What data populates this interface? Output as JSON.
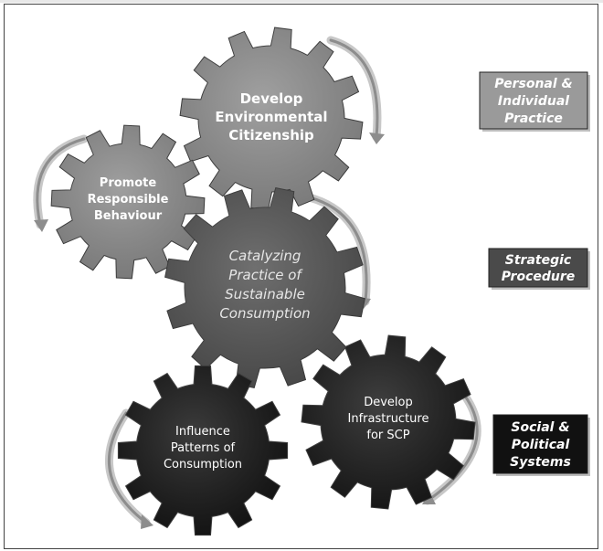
{
  "gears": [
    {
      "id": "develop-environmental-citizenship",
      "lines": [
        "Develop",
        "Environmental",
        "Citizenship"
      ],
      "fill": "#8c8c8c",
      "text_color": "#ffffff",
      "bold": true,
      "italic": false
    },
    {
      "id": "promote-responsible-behaviour",
      "lines": [
        "Promote",
        "Responsible",
        "Behaviour"
      ],
      "fill": "#8a8a8a",
      "text_color": "#ffffff",
      "bold": true,
      "italic": false
    },
    {
      "id": "catalyzing-practice",
      "lines": [
        "Catalyzing",
        "Practice of",
        "Sustainable",
        "Consumption"
      ],
      "fill": "#505050",
      "text_color": "#e6e6e6",
      "bold": false,
      "italic": true
    },
    {
      "id": "influence-patterns",
      "lines": [
        "Influence",
        "Patterns of",
        "Consumption"
      ],
      "fill": "#111111",
      "text_color": "#ffffff",
      "bold": false,
      "italic": false
    },
    {
      "id": "develop-infrastructure",
      "lines": [
        "Develop",
        "Infrastructure",
        "for SCP"
      ],
      "fill": "#151515",
      "text_color": "#ffffff",
      "bold": false,
      "italic": false
    }
  ],
  "levels": [
    {
      "id": "personal-individual-practice",
      "lines": [
        "Personal &",
        "Individual",
        "Practice"
      ],
      "fill": "#9a9a9a",
      "text_color": "#ffffff"
    },
    {
      "id": "strategic-procedure",
      "lines": [
        "Strategic",
        "Procedure"
      ],
      "fill": "#4a4a4a",
      "text_color": "#ffffff"
    },
    {
      "id": "social-political-systems",
      "lines": [
        "Social &",
        "Political",
        "Systems"
      ],
      "fill": "#111111",
      "text_color": "#ffffff"
    }
  ],
  "colors": {
    "arrow": "#9a9a9a",
    "arrow_light": "#cfcfcf",
    "border": "#444444"
  }
}
